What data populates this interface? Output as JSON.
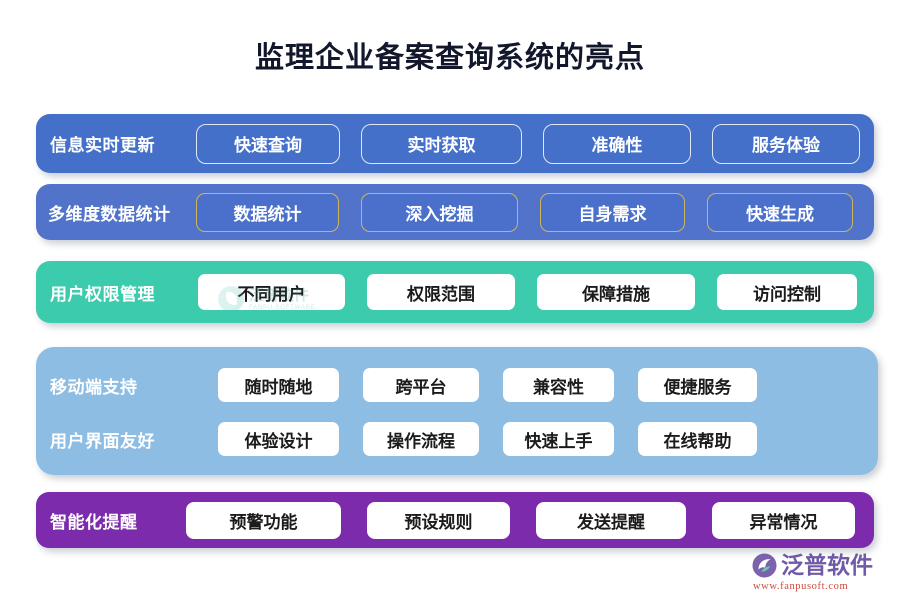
{
  "page": {
    "title": "监理企业备案查询系统的亮点",
    "background_color": "#ffffff",
    "title_color": "#12172b"
  },
  "bands": [
    {
      "id": "band-1",
      "label": "信息实时更新",
      "band_color": "#4470c9",
      "chip_style": "outlined-white",
      "chip_border_color": "#dfe7f7",
      "chip_text_color": "#ffffff",
      "chips": [
        "快速查询",
        "实时获取",
        "准确性",
        "服务体验"
      ]
    },
    {
      "id": "band-2",
      "label": "多维度数据统计",
      "band_color": "#5273ca",
      "chip_style": "outlined-gold",
      "chip_border_color": "#cfb45f",
      "chip_text_color": "#ffffff",
      "chips": [
        "数据统计",
        "深入挖掘",
        "自身需求",
        "快速生成"
      ]
    },
    {
      "id": "band-3",
      "label": "用户权限管理",
      "band_color": "#3ccbad",
      "chip_style": "filled-white",
      "chip_border_color": "#ffffff",
      "chip_text_color": "#1b1b1b",
      "chips": [
        "不同用户",
        "权限范围",
        "保障措施",
        "访问控制"
      ]
    },
    {
      "id": "band-4",
      "band_color": "#8ebde4",
      "chip_style": "filled-white",
      "chip_text_color": "#1b1b1b",
      "subrows": [
        {
          "label": "移动端支持",
          "chips": [
            "随时随地",
            "跨平台",
            "兼容性",
            "便捷服务"
          ]
        },
        {
          "label": "用户界面友好",
          "chips": [
            "体验设计",
            "操作流程",
            "快速上手",
            "在线帮助"
          ]
        }
      ]
    },
    {
      "id": "band-5",
      "label": "智能化提醒",
      "band_color": "#7b2bab",
      "chip_style": "filled-white",
      "chip_border_color": "#ffffff",
      "chip_text_color": "#1b1b1b",
      "chips": [
        "预警功能",
        "预设规则",
        "发送提醒",
        "异常情况"
      ]
    }
  ],
  "watermark": {
    "name": "泛普软件",
    "subtitle": "FANPU SOFTWARE",
    "color": "#2d8f7e"
  },
  "brand": {
    "name": "泛普软件",
    "url": "www.fanpusoft.com",
    "name_color": "#6f5aa8",
    "url_color": "#d04a3a"
  }
}
